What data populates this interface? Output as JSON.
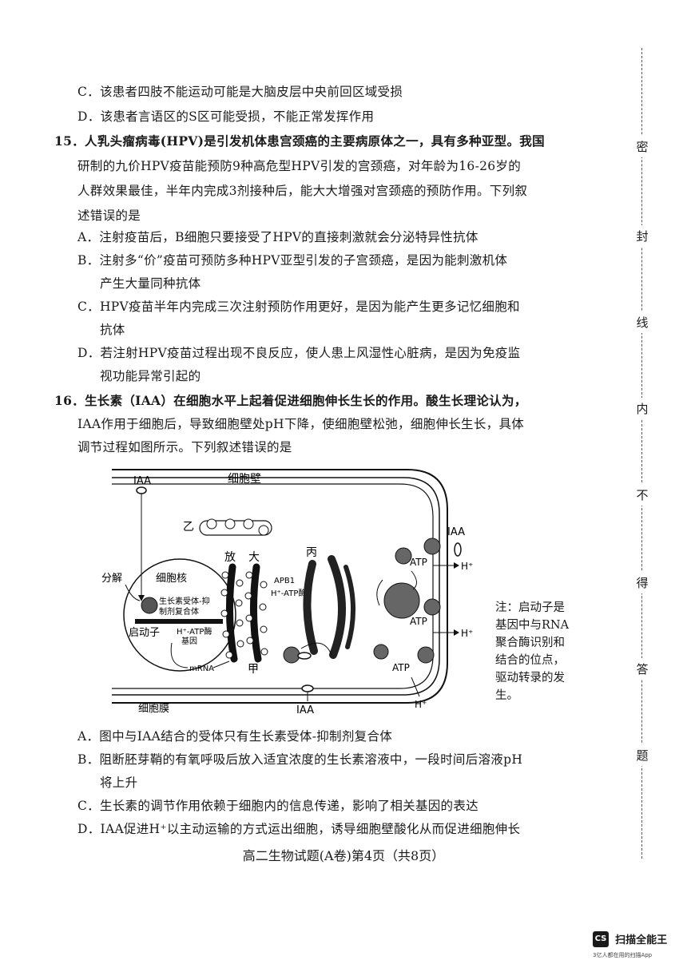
{
  "prev_options": {
    "C": "C．该患者四肢不能运动可能是大脑皮层中央前回区域受损",
    "D": "D．该患者言语区的S区可能受损，不能正常发挥作用"
  },
  "q15": {
    "lines": [
      "15．人乳头瘤病毒(HPV)是引发机体患宫颈癌的主要病原体之一，具有多种亚型。我国",
      "研制的九价HPV疫苗能预防9种高危型HPV引发的宫颈癌，对年龄为16-26岁的",
      "人群效果最佳，半年内完成3剂接种后，能大大增强对宫颈癌的预防作用。下列叙",
      "述错误的是"
    ],
    "options": [
      "A．注射疫苗后，B细胞只要接受了HPV的直接刺激就会分泌特异性抗体",
      "B．注射多“价”疫苗可预防多种HPV亚型引发的子宫颈癌，是因为能刺激机体",
      "产生大量同种抗体",
      "C．HPV疫苗半年内完成三次注射预防作用更好，是因为能产生更多记忆细胞和",
      "抗体",
      "D．若注射HPV疫苗过程出现不良反应，使人患上风湿性心脏病，是因为免疫监",
      "视功能异常引起的"
    ]
  },
  "q16": {
    "lines": [
      "16．生长素（IAA）在细胞水平上起着促进细胞伸长生长的作用。酸生长理论认为，",
      "IAA作用于细胞后，导致细胞壁处pH下降，使细胞壁松弛，细胞伸长生长，具体",
      "调节过程如图所示。下列叙述错误的是"
    ],
    "figure": {
      "iaa_top": "IAA",
      "cell_wall": "细胞壁",
      "yi": "乙",
      "fang": "放",
      "da": "大",
      "bing": "丙",
      "iaa_right": "IAA",
      "fenjie": "分解",
      "nucleus": "细胞核",
      "complex_l1": "生长素受体-抑",
      "complex_l2": "制剂复合体",
      "apb1": "APB1",
      "h_atpase": "H⁺-ATP酶",
      "promoter": "启动子",
      "gene_l1": "H⁺-ATP酶",
      "gene_l2": "基因",
      "mrna": "mRNA",
      "jia": "甲",
      "atp1": "ATP",
      "atp2": "ATP",
      "atp3": "ATP",
      "h1": "H⁺",
      "h2": "H⁺",
      "h3": "H⁺",
      "cell_membrane": "细胞膜",
      "iaa_bottom": "IAA",
      "note": "注：启动子是基因中与RNA聚合酶识别和结合的位点，驱动转录的发生。"
    },
    "options": [
      "A．图中与IAA结合的受体只有生长素受体-抑制剂复合体",
      "B．阻断胚芽鞘的有氧呼吸后放入适宜浓度的生长素溶液中，一段时间后溶液pH",
      "将上升",
      "C．生长素的调节作用依赖于细胞内的信息传递，影响了相关基因的表达",
      "D．IAA促进H⁺以主动运输的方式运出细胞，诱导细胞壁酸化从而促进细胞伸长"
    ]
  },
  "footer": "高二生物试题(A卷)第4页（共8页）",
  "seal_chars": [
    "密",
    "封",
    "线",
    "内",
    "不",
    "得",
    "答",
    "题"
  ],
  "watermark": {
    "logo": "CS",
    "name": "扫描全能王",
    "sub": "3亿人都在用的扫描App"
  }
}
